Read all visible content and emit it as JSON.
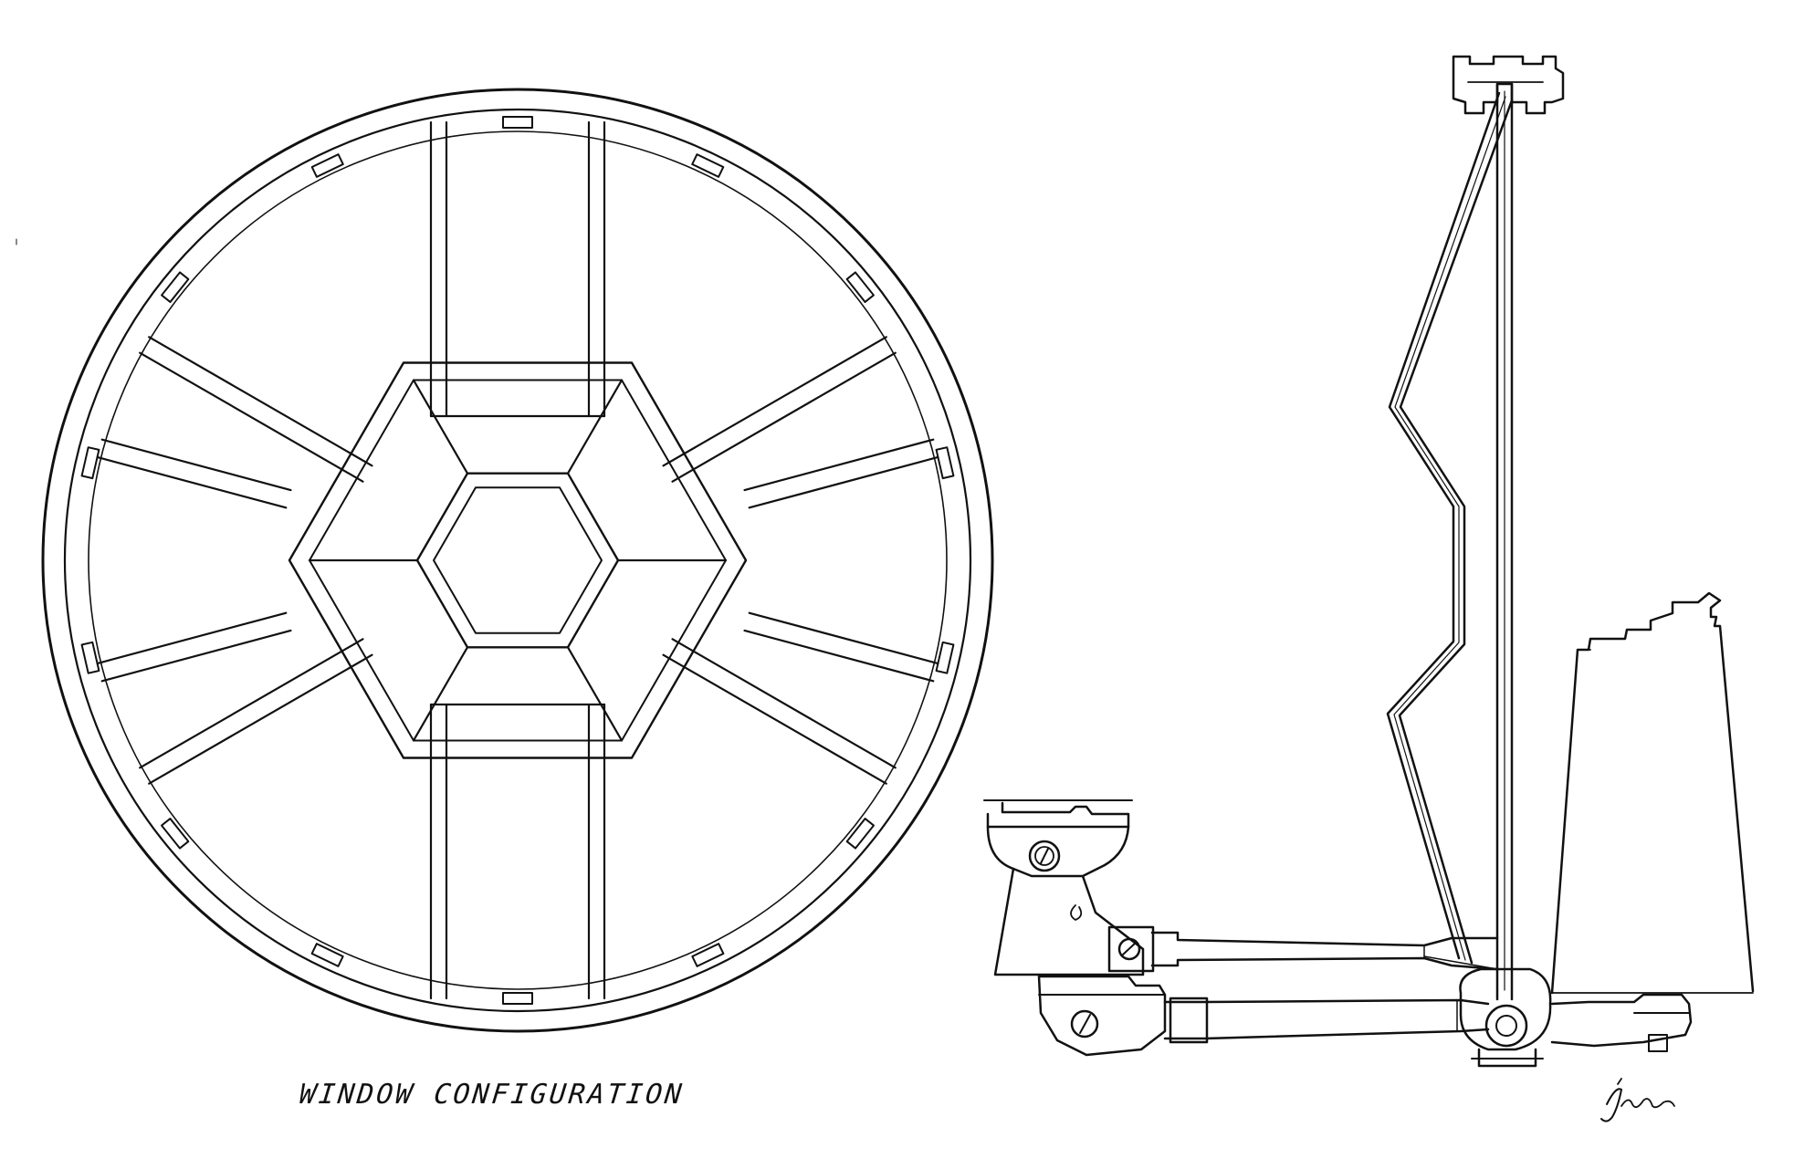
{
  "caption": "WINDOW CONFIGURATION",
  "figures": {
    "window": {
      "name": "window-configuration-drawing"
    },
    "mechanism": {
      "name": "articulated-arm-drawing"
    }
  },
  "signature": "artist-signature",
  "colors": {
    "ink": "#111111",
    "paper": "#ffffff"
  }
}
